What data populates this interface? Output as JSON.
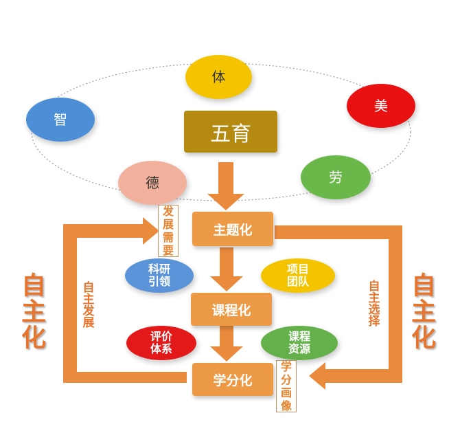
{
  "wuyu": {
    "center": "五育",
    "ti": "体",
    "mei": "美",
    "zhi": "智",
    "de": "德",
    "lao": "劳"
  },
  "flow": {
    "theme": "主题化",
    "course": "课程化",
    "credit": "学分化"
  },
  "side": {
    "research": "科研引领",
    "team": "项目团队",
    "evaluation": "评价体系",
    "resources": "课程资源"
  },
  "notes": {
    "needs": "发展需要",
    "portrait": "学分画像"
  },
  "labels": {
    "left_big": "自主化",
    "right_big": "自主化",
    "left_small": "自主发展",
    "right_small": "自主选择"
  },
  "colors": {
    "center_box": "#b58a10",
    "flow_box": "#ec9a45",
    "arrow": "#ea8a3c",
    "ti": "#f5c400",
    "mei": "#e81010",
    "zhi": "#4d8fd6",
    "de": "#f2b19c",
    "lao": "#6bb84a",
    "research": "#5b93d9",
    "team": "#f5c400",
    "evaluation": "#e31818",
    "resources": "#64b04a"
  }
}
